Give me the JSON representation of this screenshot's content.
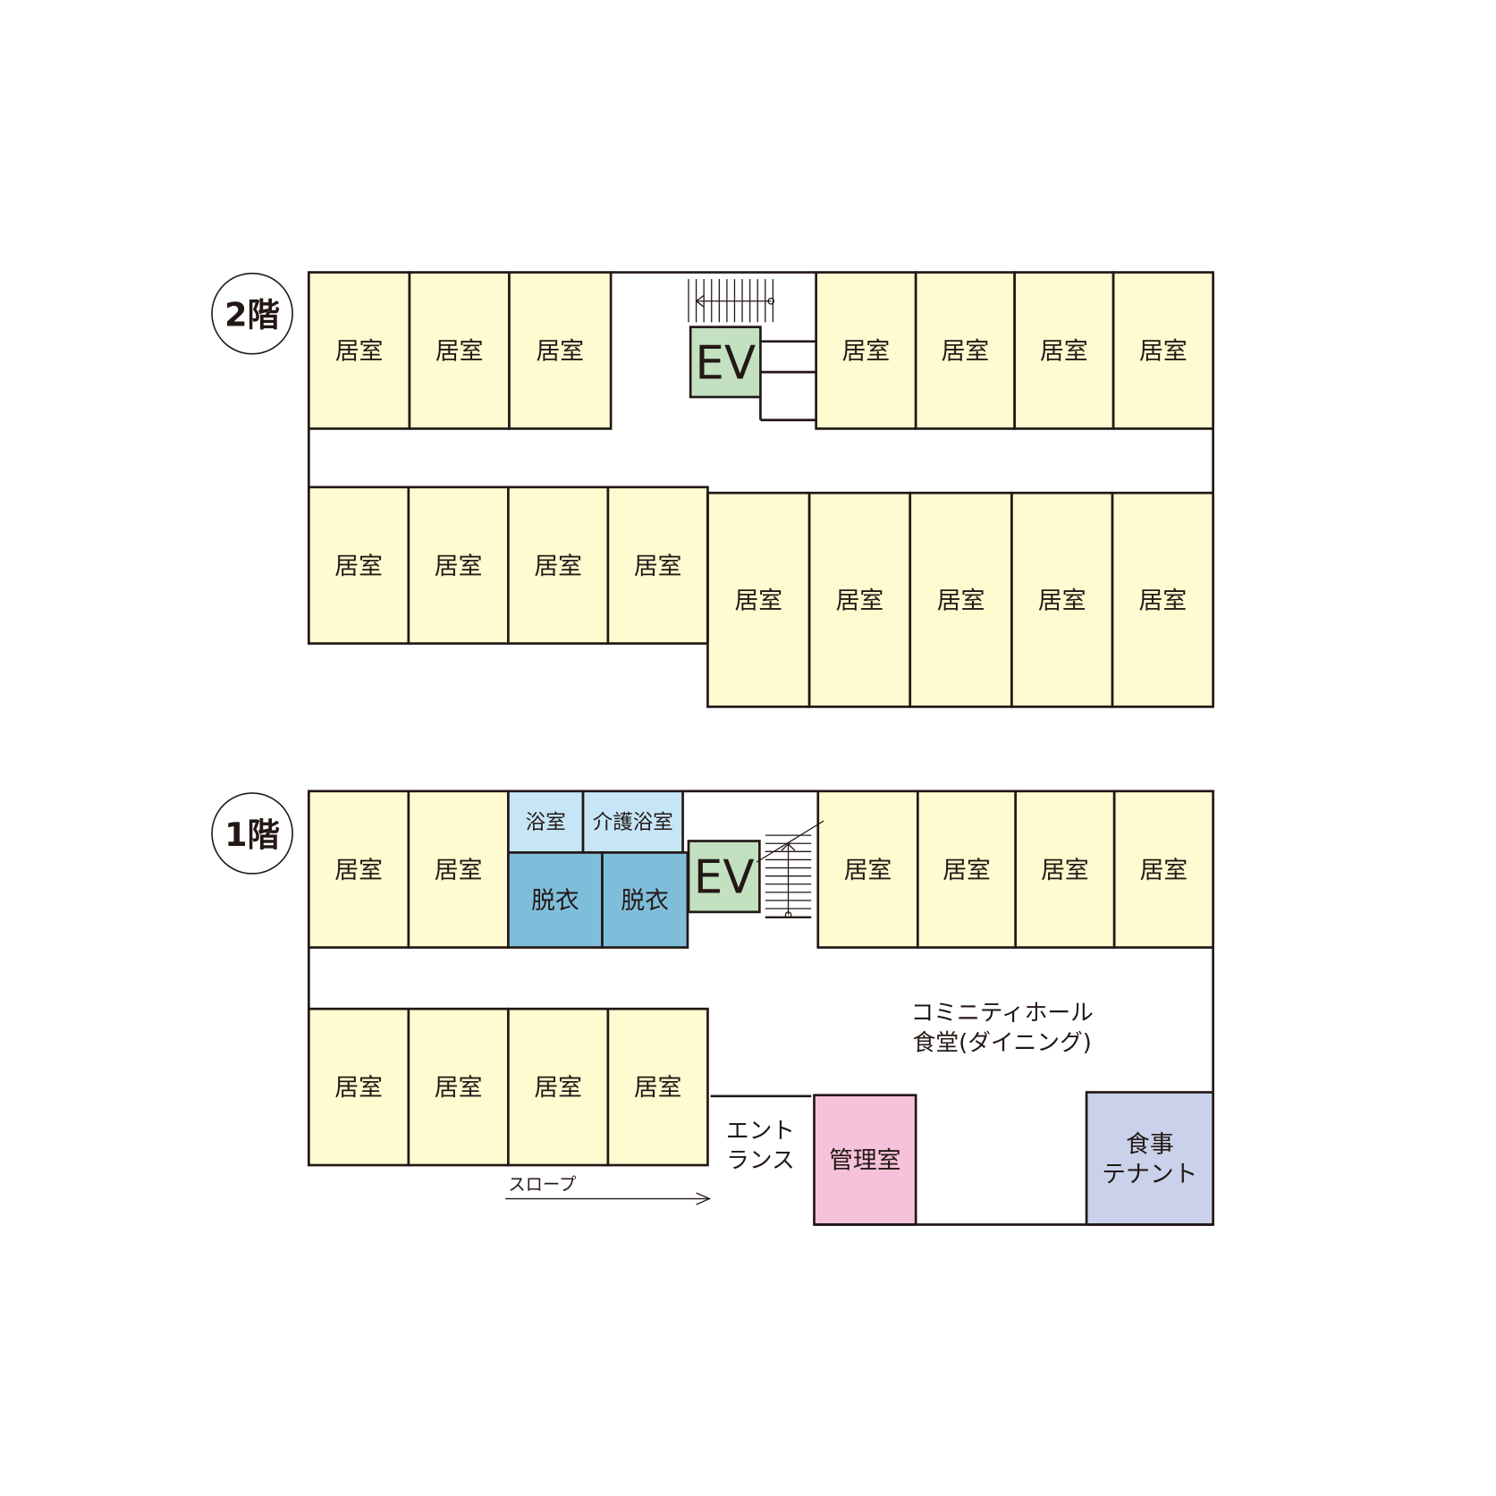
{
  "colors": {
    "room": "#fefbd0",
    "bath": "#c6e6f8",
    "dressing": "#7fbedb",
    "elevator": "#c3e1c0",
    "office": "#f5c2da",
    "tenant": "#c9d2ea",
    "line": "#231815"
  },
  "floor2": {
    "label": "2階",
    "room_label": "居室",
    "ev_label": "EV"
  },
  "floor1": {
    "label": "1階",
    "room_label": "居室",
    "bath_label": "浴室",
    "care_bath_label": "介護浴室",
    "dressing_label": "脱衣",
    "ev_label": "EV",
    "hall_line1": "コミニティホール",
    "hall_line2": "食堂(ダイニング)",
    "entrance_line1": "エント",
    "entrance_line2": "ランス",
    "office_label": "管理室",
    "tenant_line1": "食事",
    "tenant_line2": "テナント",
    "slope_label": "スロープ"
  }
}
